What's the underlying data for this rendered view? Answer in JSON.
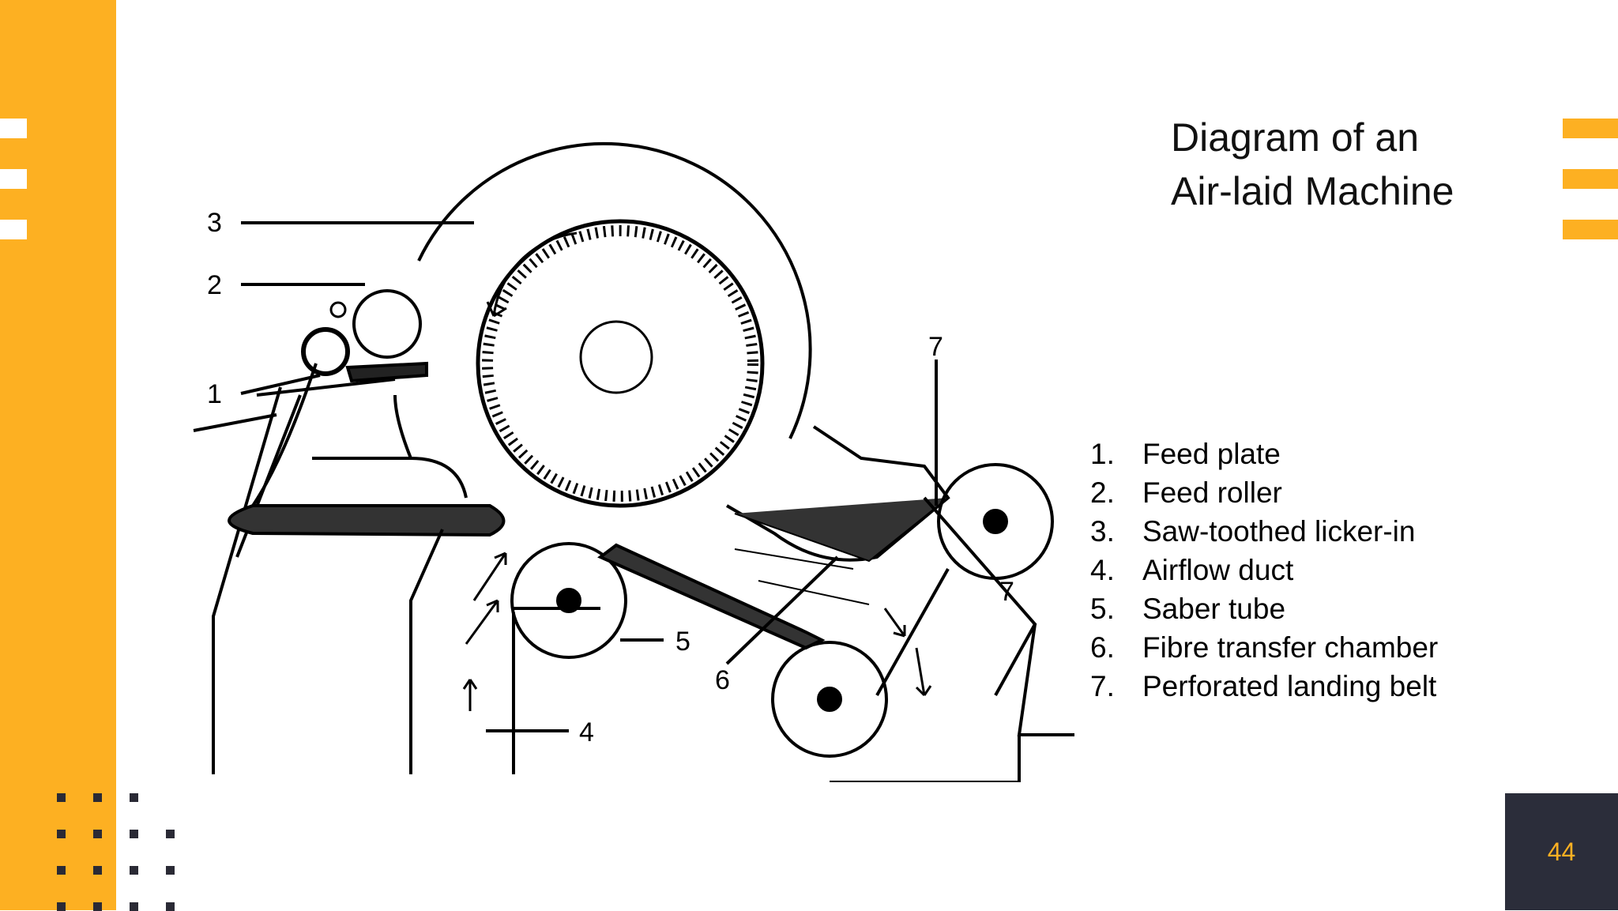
{
  "slide": {
    "title_line1": "Diagram of an",
    "title_line2": "Air-laid Machine",
    "page_number": "44",
    "accent_color": "#FDB022",
    "dark_color": "#2b2d3a"
  },
  "diagram": {
    "callouts": [
      "3",
      "2",
      "1",
      "7",
      "5",
      "6",
      "4",
      "7"
    ],
    "legend": [
      {
        "num": "1.",
        "label": "Feed plate"
      },
      {
        "num": "2.",
        "label": "Feed roller"
      },
      {
        "num": "3.",
        "label": "Saw-toothed licker-in"
      },
      {
        "num": "4.",
        "label": "Airflow duct"
      },
      {
        "num": "5.",
        "label": "Saber tube"
      },
      {
        "num": "6.",
        "label": "Fibre transfer chamber"
      },
      {
        "num": "7.",
        "label": "Perforated landing belt"
      }
    ]
  }
}
